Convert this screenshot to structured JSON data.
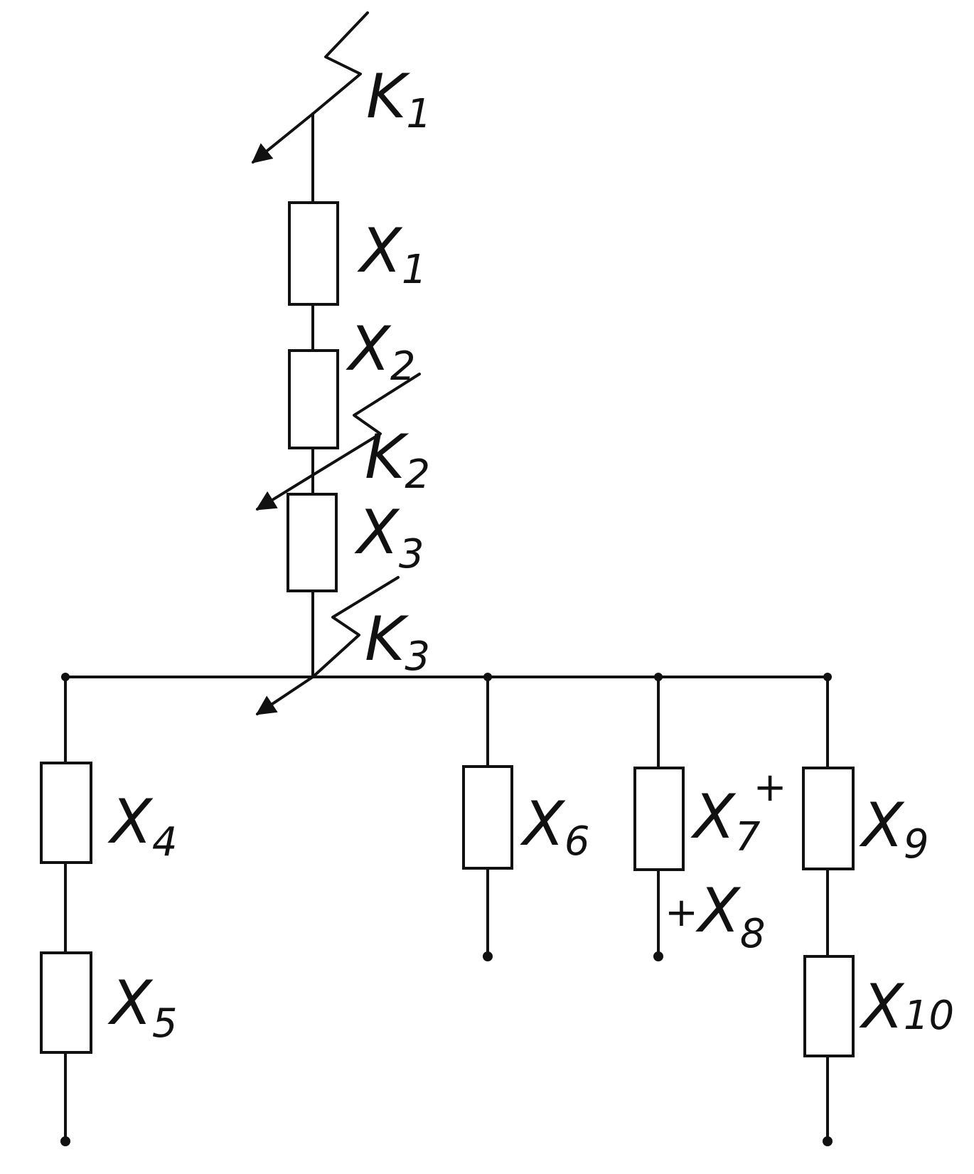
{
  "diagram": {
    "faults": [
      {
        "letter": "K",
        "index": "1"
      },
      {
        "letter": "K",
        "index": "2"
      },
      {
        "letter": "K",
        "index": "3"
      }
    ],
    "elements": [
      {
        "letter": "X",
        "index": "1"
      },
      {
        "letter": "X",
        "index": "2"
      },
      {
        "letter": "X",
        "index": "3"
      },
      {
        "letter": "X",
        "index": "4"
      },
      {
        "letter": "X",
        "index": "5"
      },
      {
        "letter": "X",
        "index": "6"
      },
      {
        "letter": "X",
        "index": "7",
        "suffix": "+"
      },
      {
        "prefix": "+",
        "letter": "X",
        "index": "8"
      },
      {
        "letter": "X",
        "index": "9"
      },
      {
        "letter": "X",
        "index": "10"
      }
    ]
  }
}
